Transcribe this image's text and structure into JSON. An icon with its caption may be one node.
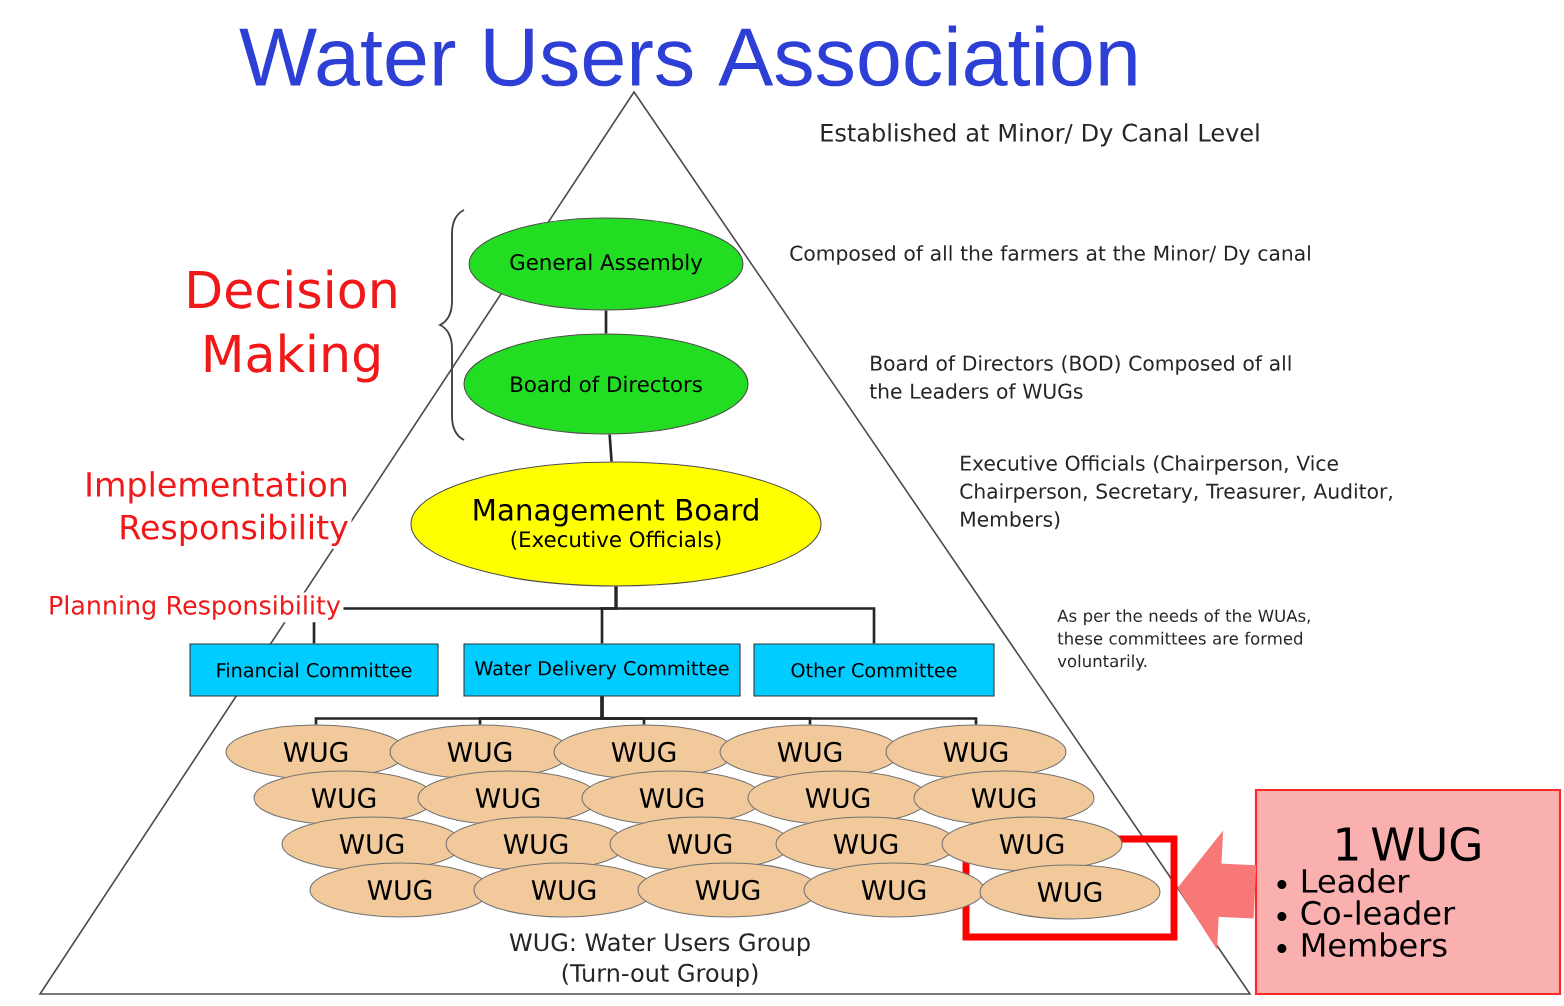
{
  "diagram": {
    "title": "Water Users Association",
    "nodes": [
      {
        "text": [
          "General Assembly"
        ]
      },
      {
        "text": [
          "Board of Directors"
        ]
      },
      {
        "text": [
          "Management Board",
          "(Executive Officials)"
        ]
      },
      {
        "text": [
          "Financial Committee"
        ]
      },
      {
        "text": [
          "Water Delivery Committee"
        ]
      },
      {
        "text": [
          "Other Committee"
        ]
      },
      {
        "text": [],
        "shape": "box"
      },
      {
        "text": [
          "WUG"
        ]
      },
      {
        "text": [
          "WUG"
        ]
      },
      {
        "text": [
          "WUG"
        ]
      },
      {
        "text": [
          "WUG"
        ]
      },
      {
        "text": [
          "WUG"
        ]
      },
      {
        "text": [
          "WUG"
        ]
      },
      {
        "text": [
          "WUG"
        ]
      },
      {
        "text": [
          "WUG"
        ]
      },
      {
        "text": [
          "WUG"
        ]
      },
      {
        "text": [
          "WUG"
        ]
      },
      {
        "text": [
          "WUG"
        ]
      },
      {
        "text": [
          "WUG"
        ]
      },
      {
        "text": [
          "WUG"
        ]
      },
      {
        "text": [
          "WUG"
        ]
      },
      {
        "text": [
          "WUG"
        ]
      },
      {
        "text": [
          "WUG"
        ]
      },
      {
        "text": [
          "WUG"
        ]
      },
      {
        "text": [
          "WUG"
        ]
      },
      {
        "text": [
          "WUG"
        ]
      },
      {
        "text": [
          "WUG"
        ],
        "in": 6
      },
      {
        "text": [
          "1 WUG",
          "Leader",
          "Co-leader",
          "Members"
        ]
      }
    ],
    "edges": [
      {
        "from": 0,
        "to": 1,
        "arrow": "none"
      },
      {
        "from": 1,
        "to": 2,
        "arrow": "none"
      },
      {
        "from": 2,
        "to": 3,
        "arrow": "none"
      },
      {
        "from": 2,
        "to": 4,
        "arrow": "none"
      },
      {
        "from": 2,
        "to": 5,
        "arrow": "none"
      },
      {
        "from": 4,
        "to": 7,
        "arrow": "none"
      },
      {
        "from": 4,
        "to": 8,
        "arrow": "none"
      },
      {
        "from": 4,
        "to": 9,
        "arrow": "none"
      },
      {
        "from": 4,
        "to": 10,
        "arrow": "none"
      },
      {
        "from": 4,
        "to": 11,
        "arrow": "none"
      },
      {
        "from": 27,
        "to": 6,
        "arrow": "to",
        "style": "thick",
        "color": "#f87878"
      }
    ],
    "labels": [
      "Established at Minor/ Dy Canal Level",
      "Decision Making",
      "Composed of all the farmers at the Minor/ Dy canal",
      "Board of Directors (BOD) Composed of all the Leaders of WUGs",
      "Implementation Responsibility",
      "Executive Officials (Chairperson, Vice Chairperson, Secretary, Treasurer, Auditor, Members)",
      "Planning Responsibility",
      "As per the needs of the WUAs, these committees are formed voluntarily.",
      "WUG: Water Users Group (Turn-out Group)"
    ]
  }
}
